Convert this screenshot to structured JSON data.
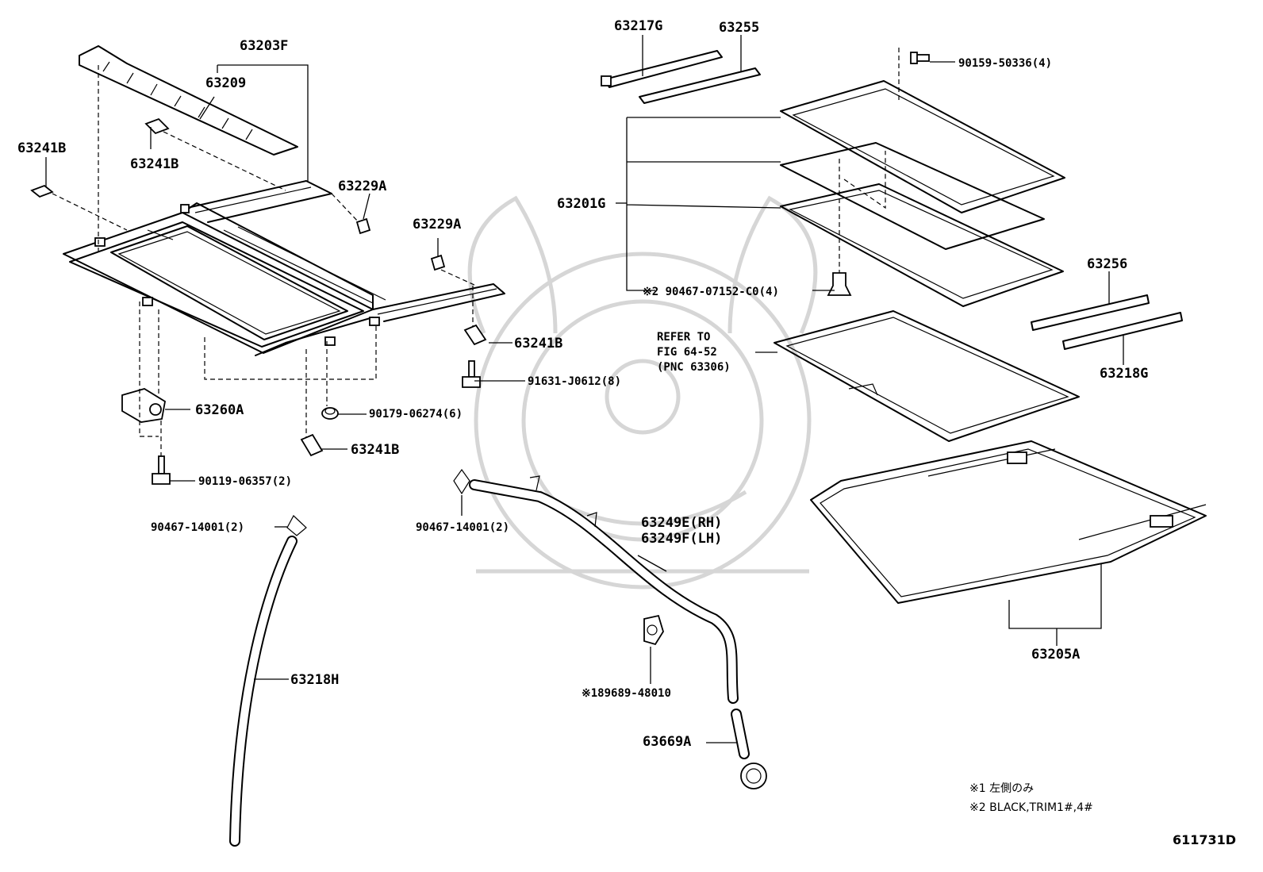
{
  "labels": {
    "p63203F": "63203F",
    "p63209": "63209",
    "p63241B_a": "63241B",
    "p63241B_b": "63241B",
    "p63241B_c": "63241B",
    "p63241B_d": "63241B",
    "p63229A_a": "63229A",
    "p63229A_b": "63229A",
    "p63260A": "63260A",
    "p90119": "90119-06357(2)",
    "p90179": "90179-06274(6)",
    "p91631": "91631-J0612(8)",
    "p90467_a": "90467-14001(2)",
    "p90467_b": "90467-14001(2)",
    "p63218H": "63218H",
    "p63249E": "63249E(RH)",
    "p63249F": "63249F(LH)",
    "p189689": "※189689-48010",
    "p63669A": "63669A",
    "p63217G": "63217G",
    "p63255": "63255",
    "p90159": "90159-50336(4)",
    "p63201G": "63201G",
    "p90467_07152": "※2 90467-07152-C0(4)",
    "p63256": "63256",
    "p63218G": "63218G",
    "p63205A": "63205A"
  },
  "refer": {
    "line1": "REFER TO",
    "line2": "FIG 64-52",
    "line3": "(PNC 63306)"
  },
  "notes": {
    "note1": "※1 左側のみ",
    "note2": "※2 BLACK,TRIM1#,4#"
  },
  "figure_id": "611731D"
}
